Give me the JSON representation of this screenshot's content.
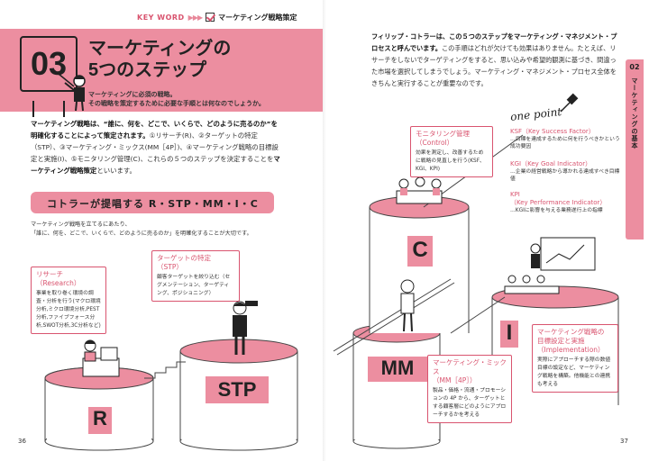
{
  "keyword_bar": {
    "label": "KEY WORD",
    "arrows": "▶▶▶",
    "title": "マーケティング戦略策定"
  },
  "hero": {
    "number": "03",
    "title_line1": "マーケティングの",
    "title_line2": "5つのステップ",
    "subtitle_line1": "マーケティングに必須の戦略。",
    "subtitle_line2": "その戦略を策定するために必要な手順とは何なのでしょうか。"
  },
  "intro": {
    "p1_bold": "マーケティング戦略は、“誰に、何を、どこで、いくらで、どのように売るのか”を明確化することによって策定されます。",
    "p1_rest": "①リサーチ(R)、②ターゲットの特定（STP）、③マーケティング・ミックス(MM［4P］)、④マーケティング戦略の目標設定と実施(I)、⑤モニタリング管理(C)、これらの５つのステップを決定することを",
    "p1_bold2": "マーケティング戦略策定",
    "p1_end": "といいます。"
  },
  "section_heading": "コトラーが提唱する R・STP・MM・I・C",
  "small_note": {
    "line1": "マーケティング戦略を立てるにあたり、",
    "line2": "「誰に、何を、どこで、いくらで、どのように売るのか」を明確化することが大切です。"
  },
  "callouts": {
    "research": {
      "title": "リサーチ",
      "title2": "（Research）",
      "body": "事業を取り巻く環境の調査・分析を行う(マクロ環境分析,ミクロ環境分析,PEST分析,ファイブフォース分析,SWOT分析,3C分析など)"
    },
    "stp": {
      "title": "ターゲットの特定",
      "title2": "（STP）",
      "body": "顧客ターゲットを絞り込む（セグメンテーション、ターゲティング、ポジショニング）"
    },
    "monitoring": {
      "title": "モニタリング管理",
      "title2": "（Control）",
      "body": "効果を測定し、改善するために戦略の見直しを行う(KSF、KGI、KPI)"
    },
    "mm": {
      "title": "マーケティング・ミックス",
      "title2": "（MM［4P］）",
      "body": "製品・価格・流通・プロモーションの 4P から、ターゲットとする顧客層にどのようにアプローチするかを考える"
    },
    "implementation": {
      "title": "マーケティング戦略の",
      "title2": "目標設定と実施",
      "title3": "（Implementation）",
      "body": "実際にアプローチする際の数値目標の設定など、マーケティング戦略を構築。他機能との連携も考える"
    }
  },
  "pillars": {
    "r": "R",
    "stp": "STP",
    "mm": "MM",
    "c": "C",
    "i": "I"
  },
  "right_intro": {
    "bold": "フィリップ・コトラーは、この５つのステップをマーケティング・マネジメント・プロセスと呼んでいます。",
    "rest": "この手順はどれが欠けても効果はありません。たとえば、リサーチをしないでターゲティングをすると、思い込みや希望的観測に基づき、間違った市場を選択してしまうでしょう。マーケティング・マネジメント・プロセス全体をきちんと実行することが重要なのです。"
  },
  "side_tab": {
    "number": "02",
    "text": "マーケティングの基本"
  },
  "one_point": {
    "heading": "one point",
    "items": [
      {
        "term": "KSF（Key Success Factor）",
        "desc": "…目標を達成するために何を行うべきかという成功要因"
      },
      {
        "term": "KGI（Key Goal Indicator）",
        "desc": "…企業の経営戦略から導かれる達成すべき目標値"
      },
      {
        "term": "KPI",
        "term2": "（Key Performance Indicator）",
        "desc": "…KGIに影響を与える業務遂行上の指標"
      }
    ]
  },
  "page_numbers": {
    "left": "36",
    "right": "37"
  },
  "colors": {
    "accent": "#ec8ea0",
    "accent_text": "#d9546f",
    "ink": "#222222"
  }
}
